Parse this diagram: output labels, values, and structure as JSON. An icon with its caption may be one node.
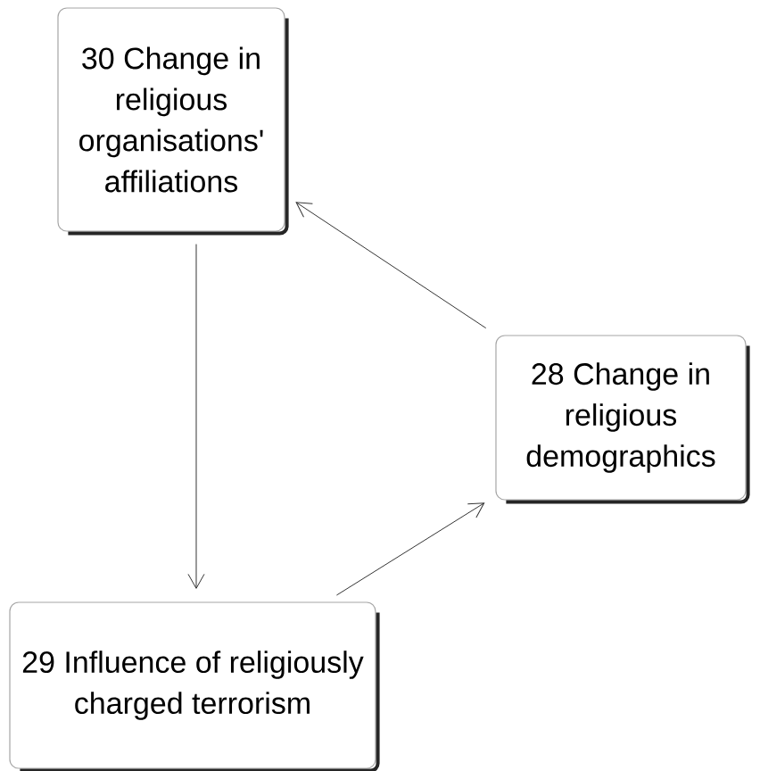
{
  "diagram": {
    "nodes": [
      {
        "text": [
          "30 Change in religious organisations' affiliations"
        ]
      },
      {
        "text": [
          "28 Change in religious demographics"
        ]
      },
      {
        "text": [
          "29 Influence of religiously charged terrorism"
        ]
      }
    ],
    "edges": [
      {
        "from": 0,
        "to": 2,
        "arrow": "to"
      },
      {
        "from": 2,
        "to": 1,
        "arrow": "to"
      },
      {
        "from": 1,
        "to": 0,
        "arrow": "to"
      }
    ]
  }
}
